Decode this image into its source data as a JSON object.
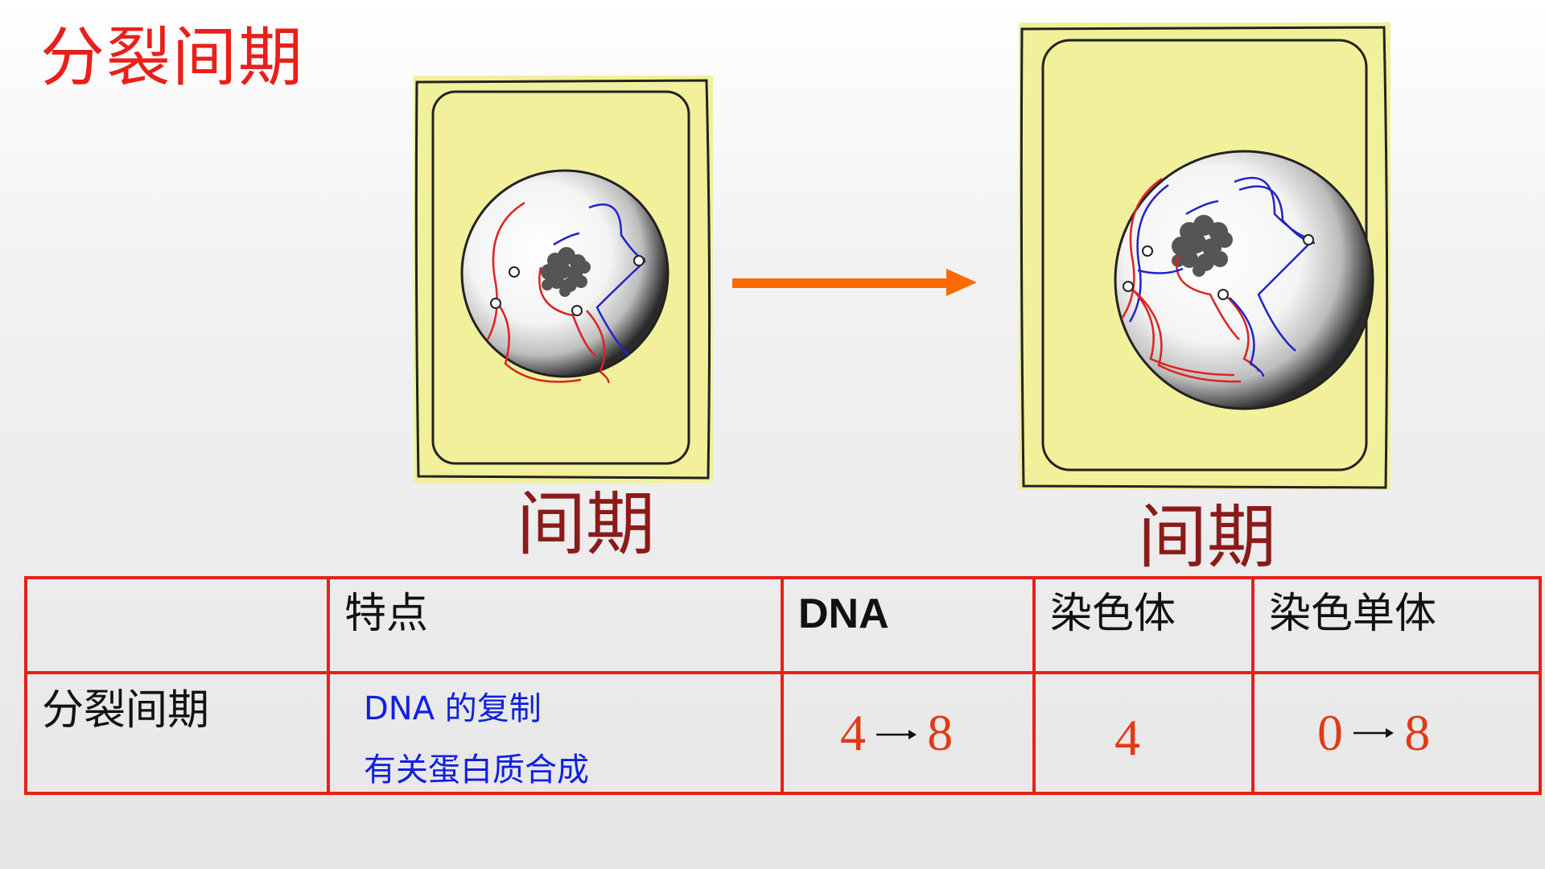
{
  "title": "分裂间期",
  "cells": [
    {
      "label": "间期"
    },
    {
      "label": "间期"
    }
  ],
  "colors": {
    "title_red": "#e8201a",
    "label_dark_red": "#8b1a1a",
    "arrow_orange": "#ff6a00",
    "cell_fill": "#f2f09a",
    "table_border": "#e8201a",
    "feature_blue": "#1020e0",
    "number_orange_red": "#e23a14"
  },
  "table": {
    "headers": [
      "",
      "特点",
      "DNA",
      "染色体",
      "染色单体"
    ],
    "rows": [
      {
        "name": "分裂间期",
        "features": [
          "DNA 的复制",
          "有关蛋白质合成"
        ],
        "dna": {
          "from": "4",
          "to": "8"
        },
        "chromosome": "4",
        "chromatid": {
          "from": "0",
          "to": "8"
        }
      }
    ]
  },
  "icons": [
    "right-arrow-icon",
    "small-arrow-icon"
  ]
}
